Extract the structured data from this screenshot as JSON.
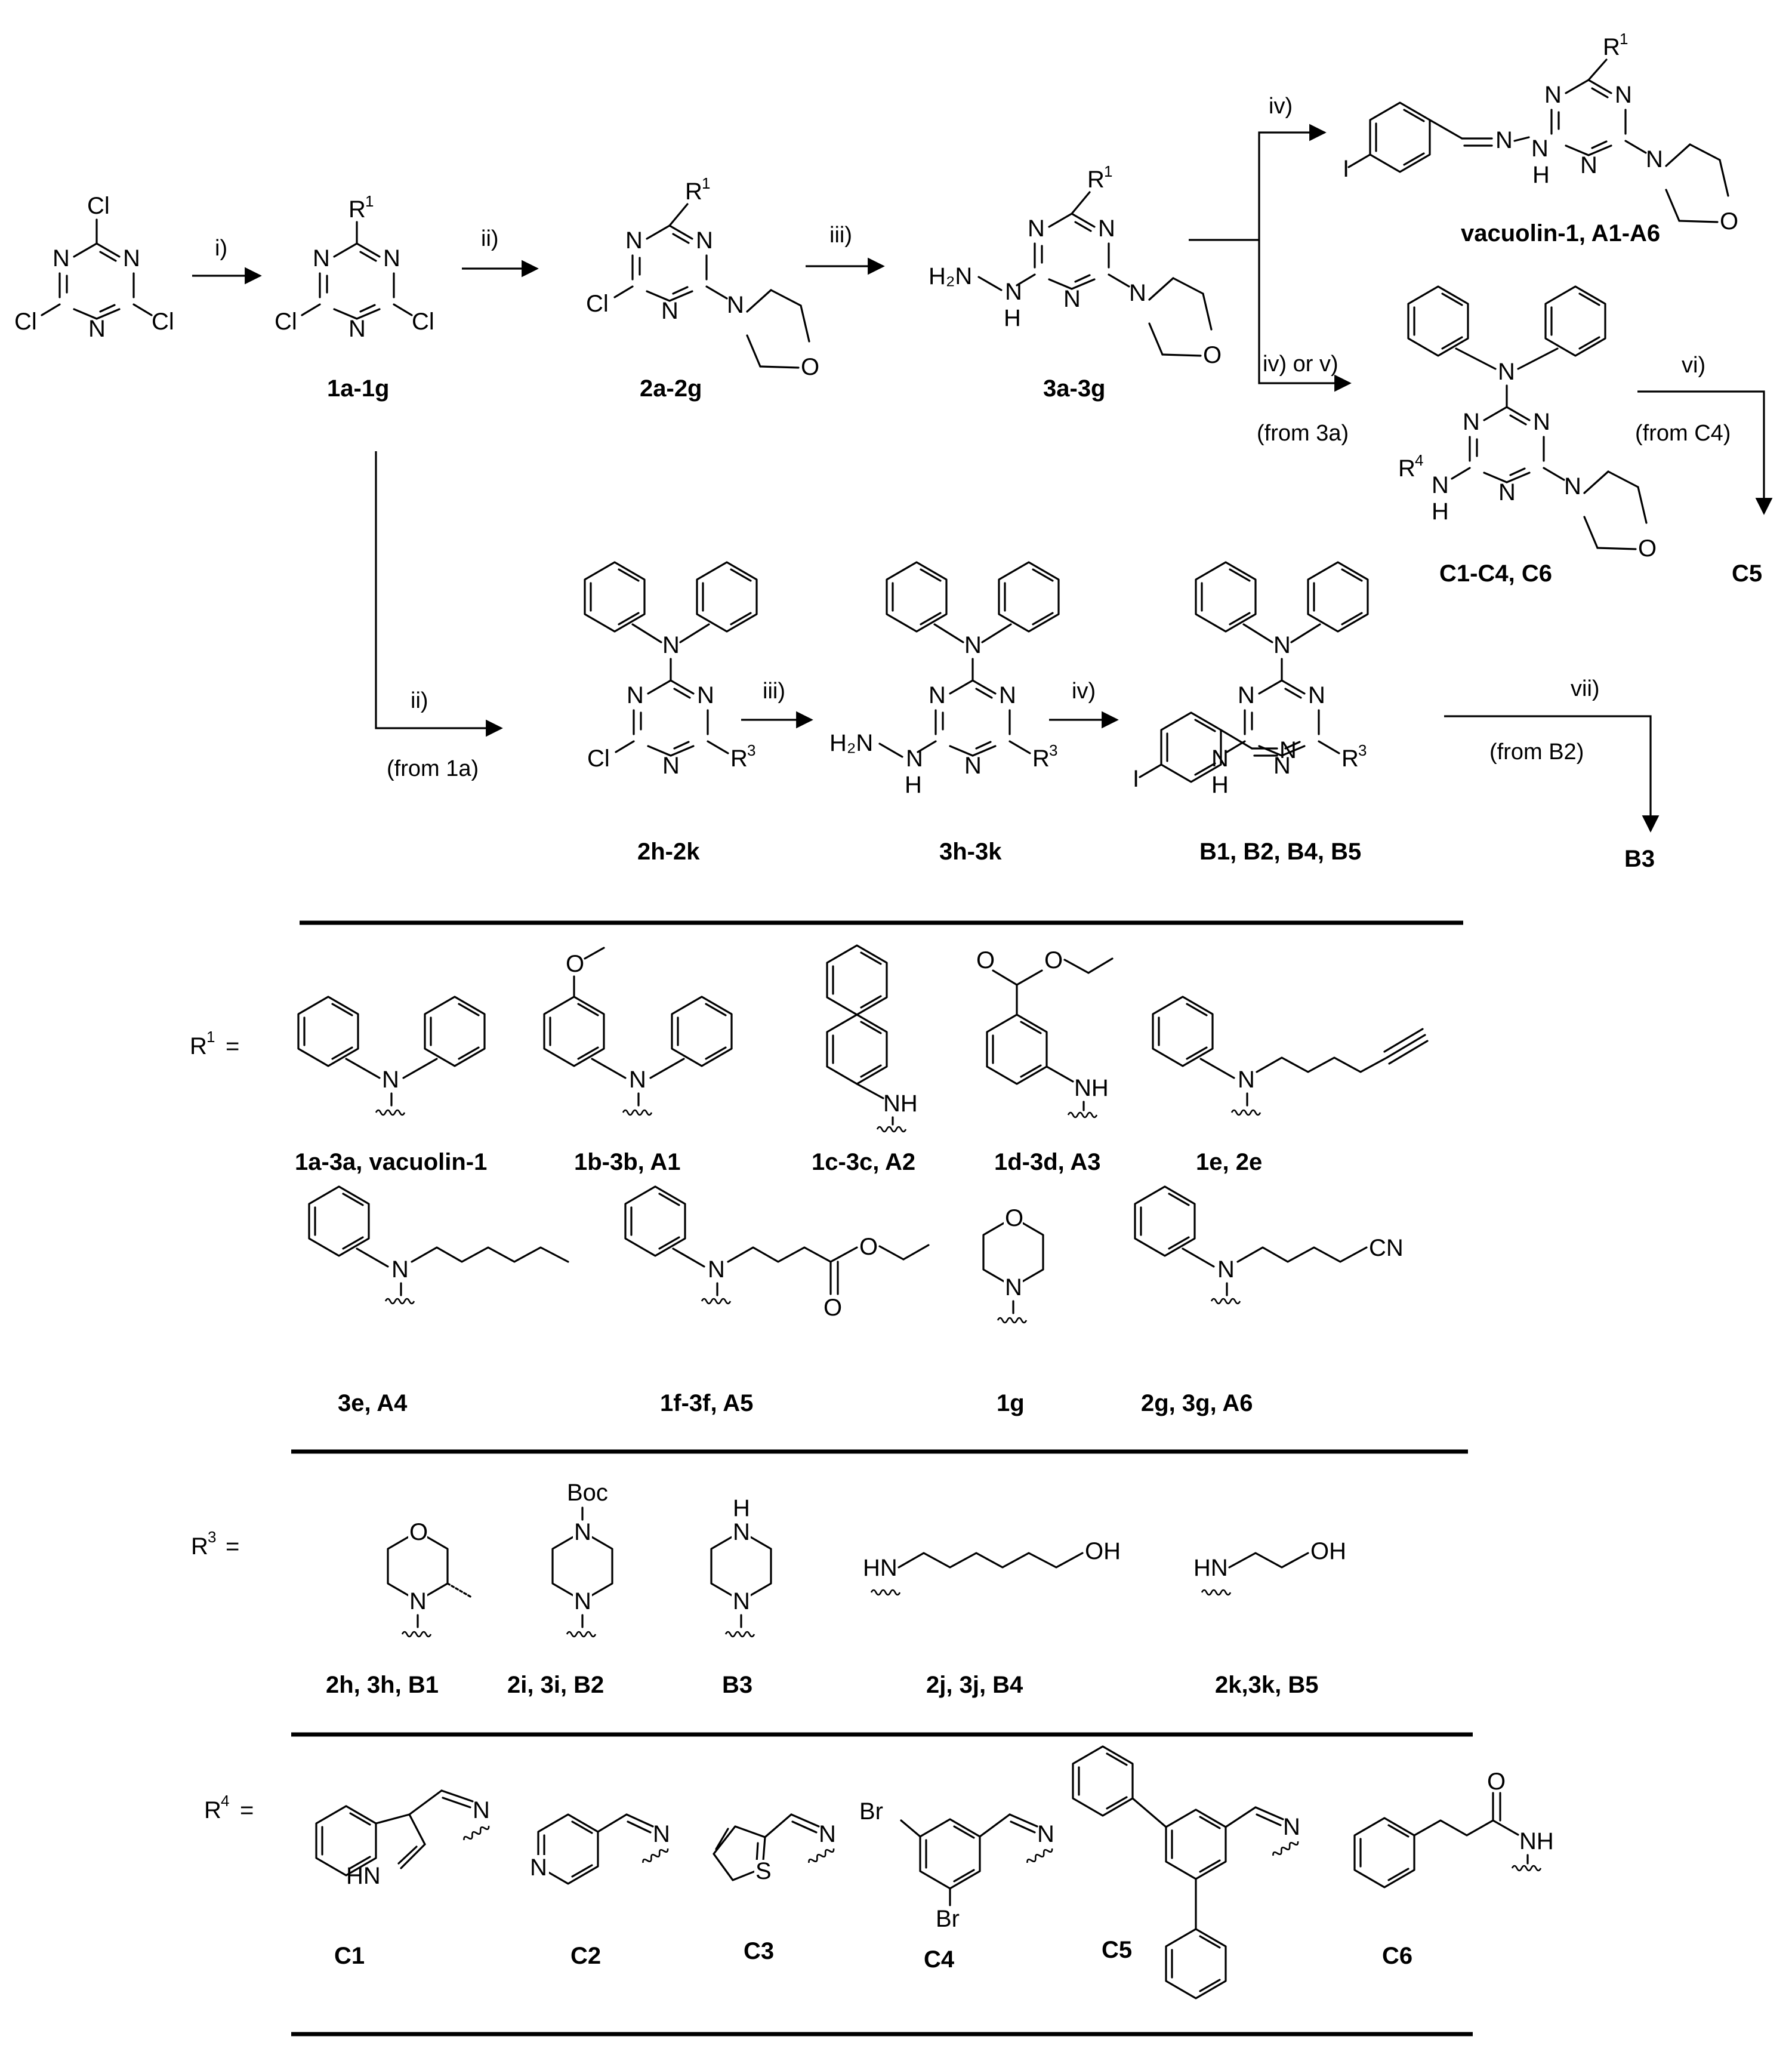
{
  "compounds": {
    "cyanuric": {
      "atoms": [
        "Cl",
        "N",
        "N",
        "N",
        "Cl",
        "Cl"
      ]
    },
    "c1": {
      "label": "1a-1g",
      "r": "R",
      "sup": "1"
    },
    "c2": {
      "label": "2a-2g",
      "r": "R",
      "sup": "1"
    },
    "c3": {
      "label": "3a-3g",
      "r": "R",
      "sup": "1",
      "nh2": "H₂N",
      "nh": "N",
      "h": "H"
    },
    "vac": {
      "label": "vacuolin-1, A1-A6",
      "r": "R",
      "sup": "1",
      "i": "I"
    },
    "c_series": {
      "label": "C1-C4, C6",
      "r": "R",
      "sup": "4"
    },
    "c5": {
      "label": "C5"
    },
    "c2h": {
      "label": "2h-2k",
      "r": "R",
      "sup": "3"
    },
    "c3h": {
      "label": "3h-3k",
      "r": "R",
      "sup": "3"
    },
    "b_series": {
      "label": "B1, B2, B4, B5",
      "r": "R",
      "sup": "3",
      "i": "I"
    },
    "b3": {
      "label": "B3"
    }
  },
  "atoms": {
    "n": "N",
    "o": "O",
    "cl": "Cl",
    "h": "H",
    "i": "I"
  },
  "conditions": {
    "i": "i)",
    "ii": "ii)",
    "iii": "iii)",
    "iv": "iv)",
    "iv_or_v": "iv) or v)",
    "vi": "vi)",
    "vii": "vii)",
    "from_3a": "(from 3a)",
    "from_c4": "(from C4)",
    "from_1a": "(from 1a)",
    "from_b2": "(from B2)"
  },
  "r1_section": {
    "label": "R",
    "sup": "1",
    "eq": "=",
    "items": [
      {
        "label": "1a-3a, vacuolin-1"
      },
      {
        "label": "1b-3b, A1",
        "nh": "N"
      },
      {
        "label": "1c-3c, A2",
        "nh": "NH"
      },
      {
        "label": "1d-3d, A3",
        "nh": "NH"
      },
      {
        "label": "1e, 2e"
      },
      {
        "label": "3e, A4"
      },
      {
        "label": "1f-3f, A5"
      },
      {
        "label": "1g"
      },
      {
        "label": "2g, 3g, A6",
        "cn": "CN"
      }
    ]
  },
  "r3_section": {
    "label": "R",
    "sup": "3",
    "eq": "=",
    "items": [
      {
        "label": "2h, 3h, B1"
      },
      {
        "label": "2i, 3i, B2",
        "boc": "Boc"
      },
      {
        "label": "B3"
      },
      {
        "label": "2j, 3j, B4",
        "hn": "HN",
        "oh": "OH"
      },
      {
        "label": "2k,3k, B5",
        "hn": "HN",
        "oh": "OH"
      }
    ]
  },
  "r4_section": {
    "label": "R",
    "sup": "4",
    "eq": "=",
    "items": [
      {
        "label": "C1",
        "hn": "HN"
      },
      {
        "label": "C2"
      },
      {
        "label": "C3",
        "s": "S"
      },
      {
        "label": "C4",
        "br": "Br"
      },
      {
        "label": "C5"
      },
      {
        "label": "C6",
        "nh": "NH"
      }
    ]
  }
}
